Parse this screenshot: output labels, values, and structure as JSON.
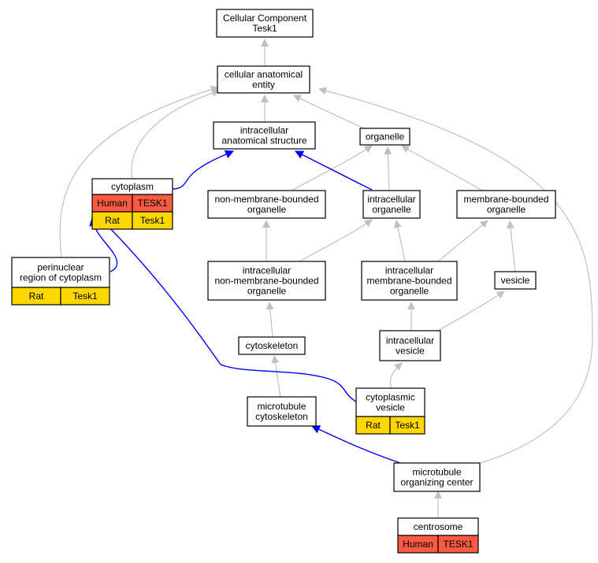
{
  "colors": {
    "gray_edge": "#c0c0c0",
    "blue_edge": "#0000ff",
    "human_cell": "#fa5a41",
    "rat_cell": "#ffd700",
    "node_fill": "#ffffff",
    "node_border": "#000000"
  },
  "nodes": {
    "root": {
      "lines": [
        "Cellular Component",
        "Tesk1"
      ]
    },
    "cellular_anatomical_entity": {
      "lines": [
        "cellular anatomical",
        "entity"
      ]
    },
    "intracellular_anatomical_structure": {
      "lines": [
        "intracellular",
        "anatomical structure"
      ]
    },
    "organelle": {
      "lines": [
        "organelle"
      ]
    },
    "cytoplasm": {
      "lines": [
        "cytoplasm"
      ],
      "rows": [
        [
          "Human",
          "TESK1"
        ],
        [
          "Rat",
          "Tesk1"
        ]
      ]
    },
    "non_membrane_bounded_organelle": {
      "lines": [
        "non-membrane-bounded",
        "organelle"
      ]
    },
    "intracellular_organelle": {
      "lines": [
        "intracellular",
        "organelle"
      ]
    },
    "membrane_bounded_organelle": {
      "lines": [
        "membrane-bounded",
        "organelle"
      ]
    },
    "perinuclear_region": {
      "lines": [
        "perinuclear",
        "region of cytoplasm"
      ],
      "rows": [
        [
          "Rat",
          "Tesk1"
        ]
      ]
    },
    "intracellular_nmb_organelle": {
      "lines": [
        "intracellular",
        "non-membrane-bounded",
        "organelle"
      ]
    },
    "intracellular_mb_organelle": {
      "lines": [
        "intracellular",
        "membrane-bounded",
        "organelle"
      ]
    },
    "vesicle": {
      "lines": [
        "vesicle"
      ]
    },
    "cytoskeleton": {
      "lines": [
        "cytoskeleton"
      ]
    },
    "intracellular_vesicle": {
      "lines": [
        "intracellular",
        "vesicle"
      ]
    },
    "cytoplasmic_vesicle": {
      "lines": [
        "cytoplasmic",
        "vesicle"
      ],
      "rows": [
        [
          "Rat",
          "Tesk1"
        ]
      ]
    },
    "microtubule_cytoskeleton": {
      "lines": [
        "microtubule",
        "cytoskeleton"
      ]
    },
    "microtubule_organizing_center": {
      "lines": [
        "microtubule",
        "organizing center"
      ]
    },
    "centrosome": {
      "lines": [
        "centrosome"
      ],
      "rows": [
        [
          "Human",
          "TESK1"
        ]
      ]
    }
  }
}
